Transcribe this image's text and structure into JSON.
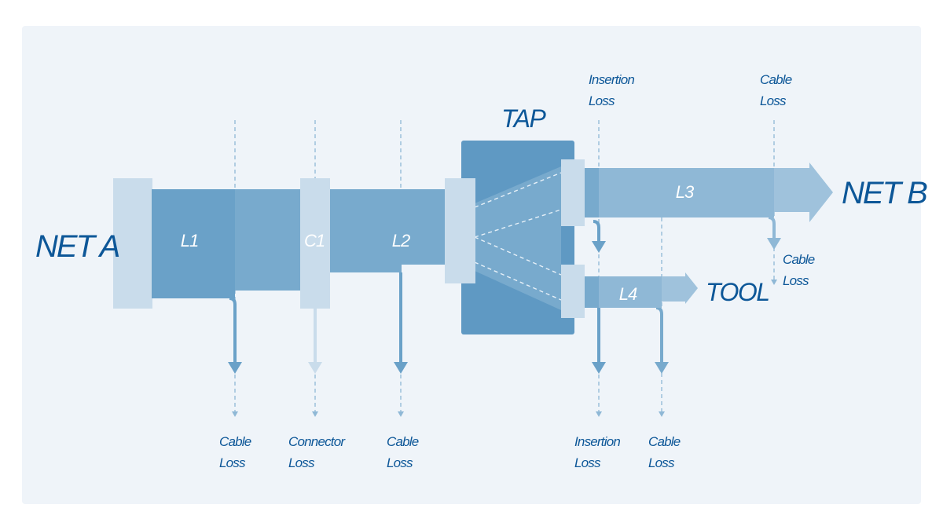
{
  "diagram": {
    "endpoints": {
      "net_a": "NET A",
      "net_b": "NET B",
      "tool": "TOOL"
    },
    "device": {
      "tap": "TAP"
    },
    "segments": {
      "l1": "L1",
      "c1": "C1",
      "l2": "L2",
      "l3": "L3",
      "l4": "L4"
    },
    "loss_labels": {
      "l1_cable": [
        "Cable",
        "Loss"
      ],
      "c1_connector": [
        "Connector",
        "Loss"
      ],
      "l2_cable": [
        "Cable",
        "Loss"
      ],
      "tap_insertion_top": [
        "Insertion",
        "Loss"
      ],
      "l3_cable_top": [
        "Cable",
        "Loss"
      ],
      "l3_cable_right": [
        "Cable",
        "Loss"
      ],
      "tap_insertion_bottom": [
        "Insertion",
        "Loss"
      ],
      "l4_cable": [
        "Cable",
        "Loss"
      ]
    },
    "colors": {
      "background": "#eff4f9",
      "label": "#0d5798",
      "cable_dark": "#6aa1c8",
      "cable_mid": "#78aacd",
      "cable_light": "#8fb8d6",
      "connector": "#c9dceb",
      "tap_body": "#5f99c3",
      "arrow": "#5f99c3"
    }
  }
}
